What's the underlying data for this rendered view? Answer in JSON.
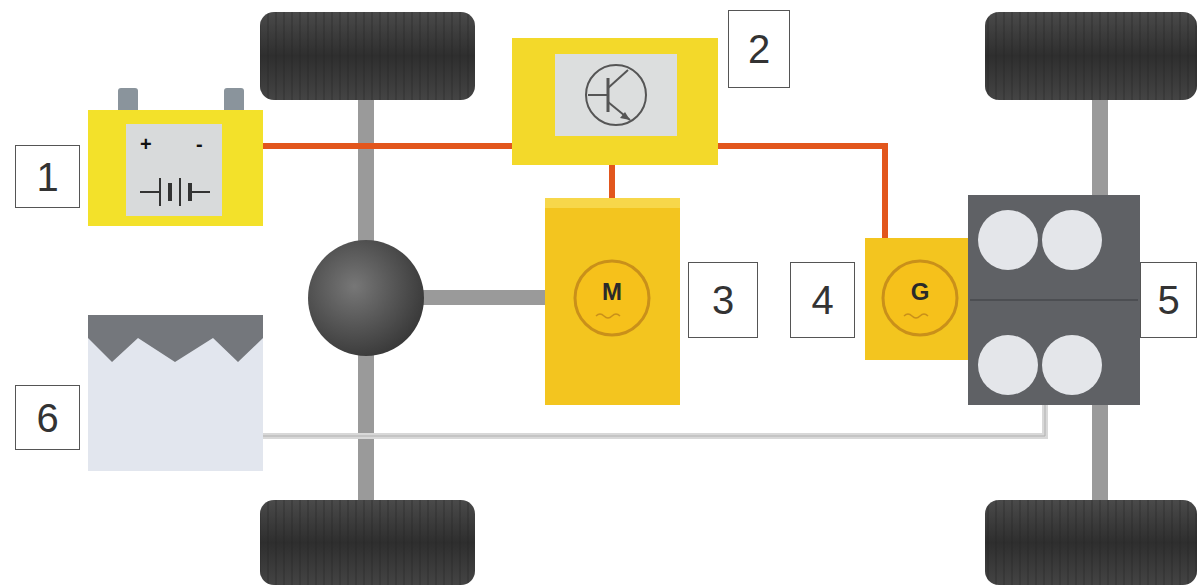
{
  "diagram": {
    "nodes": [
      {
        "text": [
          "M"
        ]
      },
      {
        "text": [
          "G"
        ]
      }
    ],
    "labels": [
      "1",
      "+",
      "-",
      "2",
      "3",
      "4",
      "5",
      "6"
    ]
  }
}
